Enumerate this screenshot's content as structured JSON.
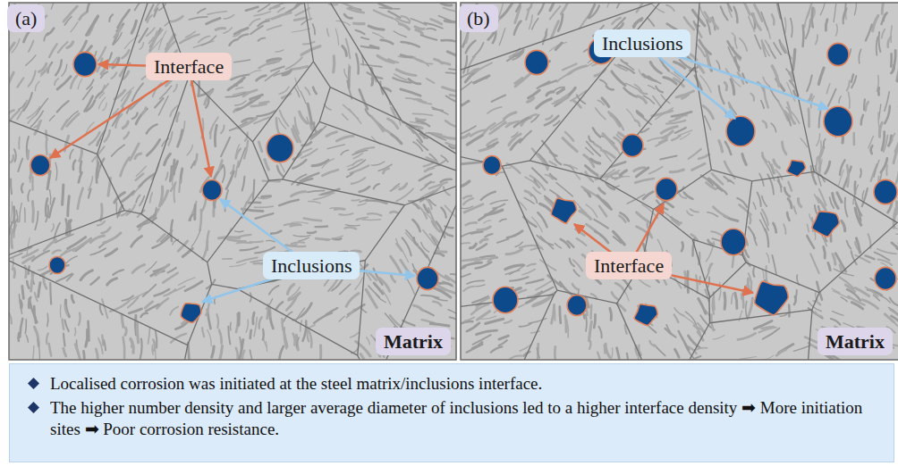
{
  "diagram": {
    "nodes": [
      {
        "text": [
          "(a)"
        ]
      },
      {
        "text": [
          "Interface"
        ]
      },
      {
        "text": [
          "Inclusions"
        ]
      },
      {
        "text": [
          "Matrix"
        ]
      },
      {
        "text": [
          "(b)"
        ]
      },
      {
        "text": [
          "Inclusions"
        ]
      },
      {
        "text": [
          "Interface"
        ]
      },
      {
        "text": [
          "Matrix"
        ]
      },
      {
        "text": [
          "Localised corrosion was initiated at the steel matrix/inclusions interface.",
          "The higher number density and larger average diameter of inclusions led to a higher interface density ➡ More initiation sites ➡ Poor corrosion resistance."
        ]
      }
    ]
  }
}
